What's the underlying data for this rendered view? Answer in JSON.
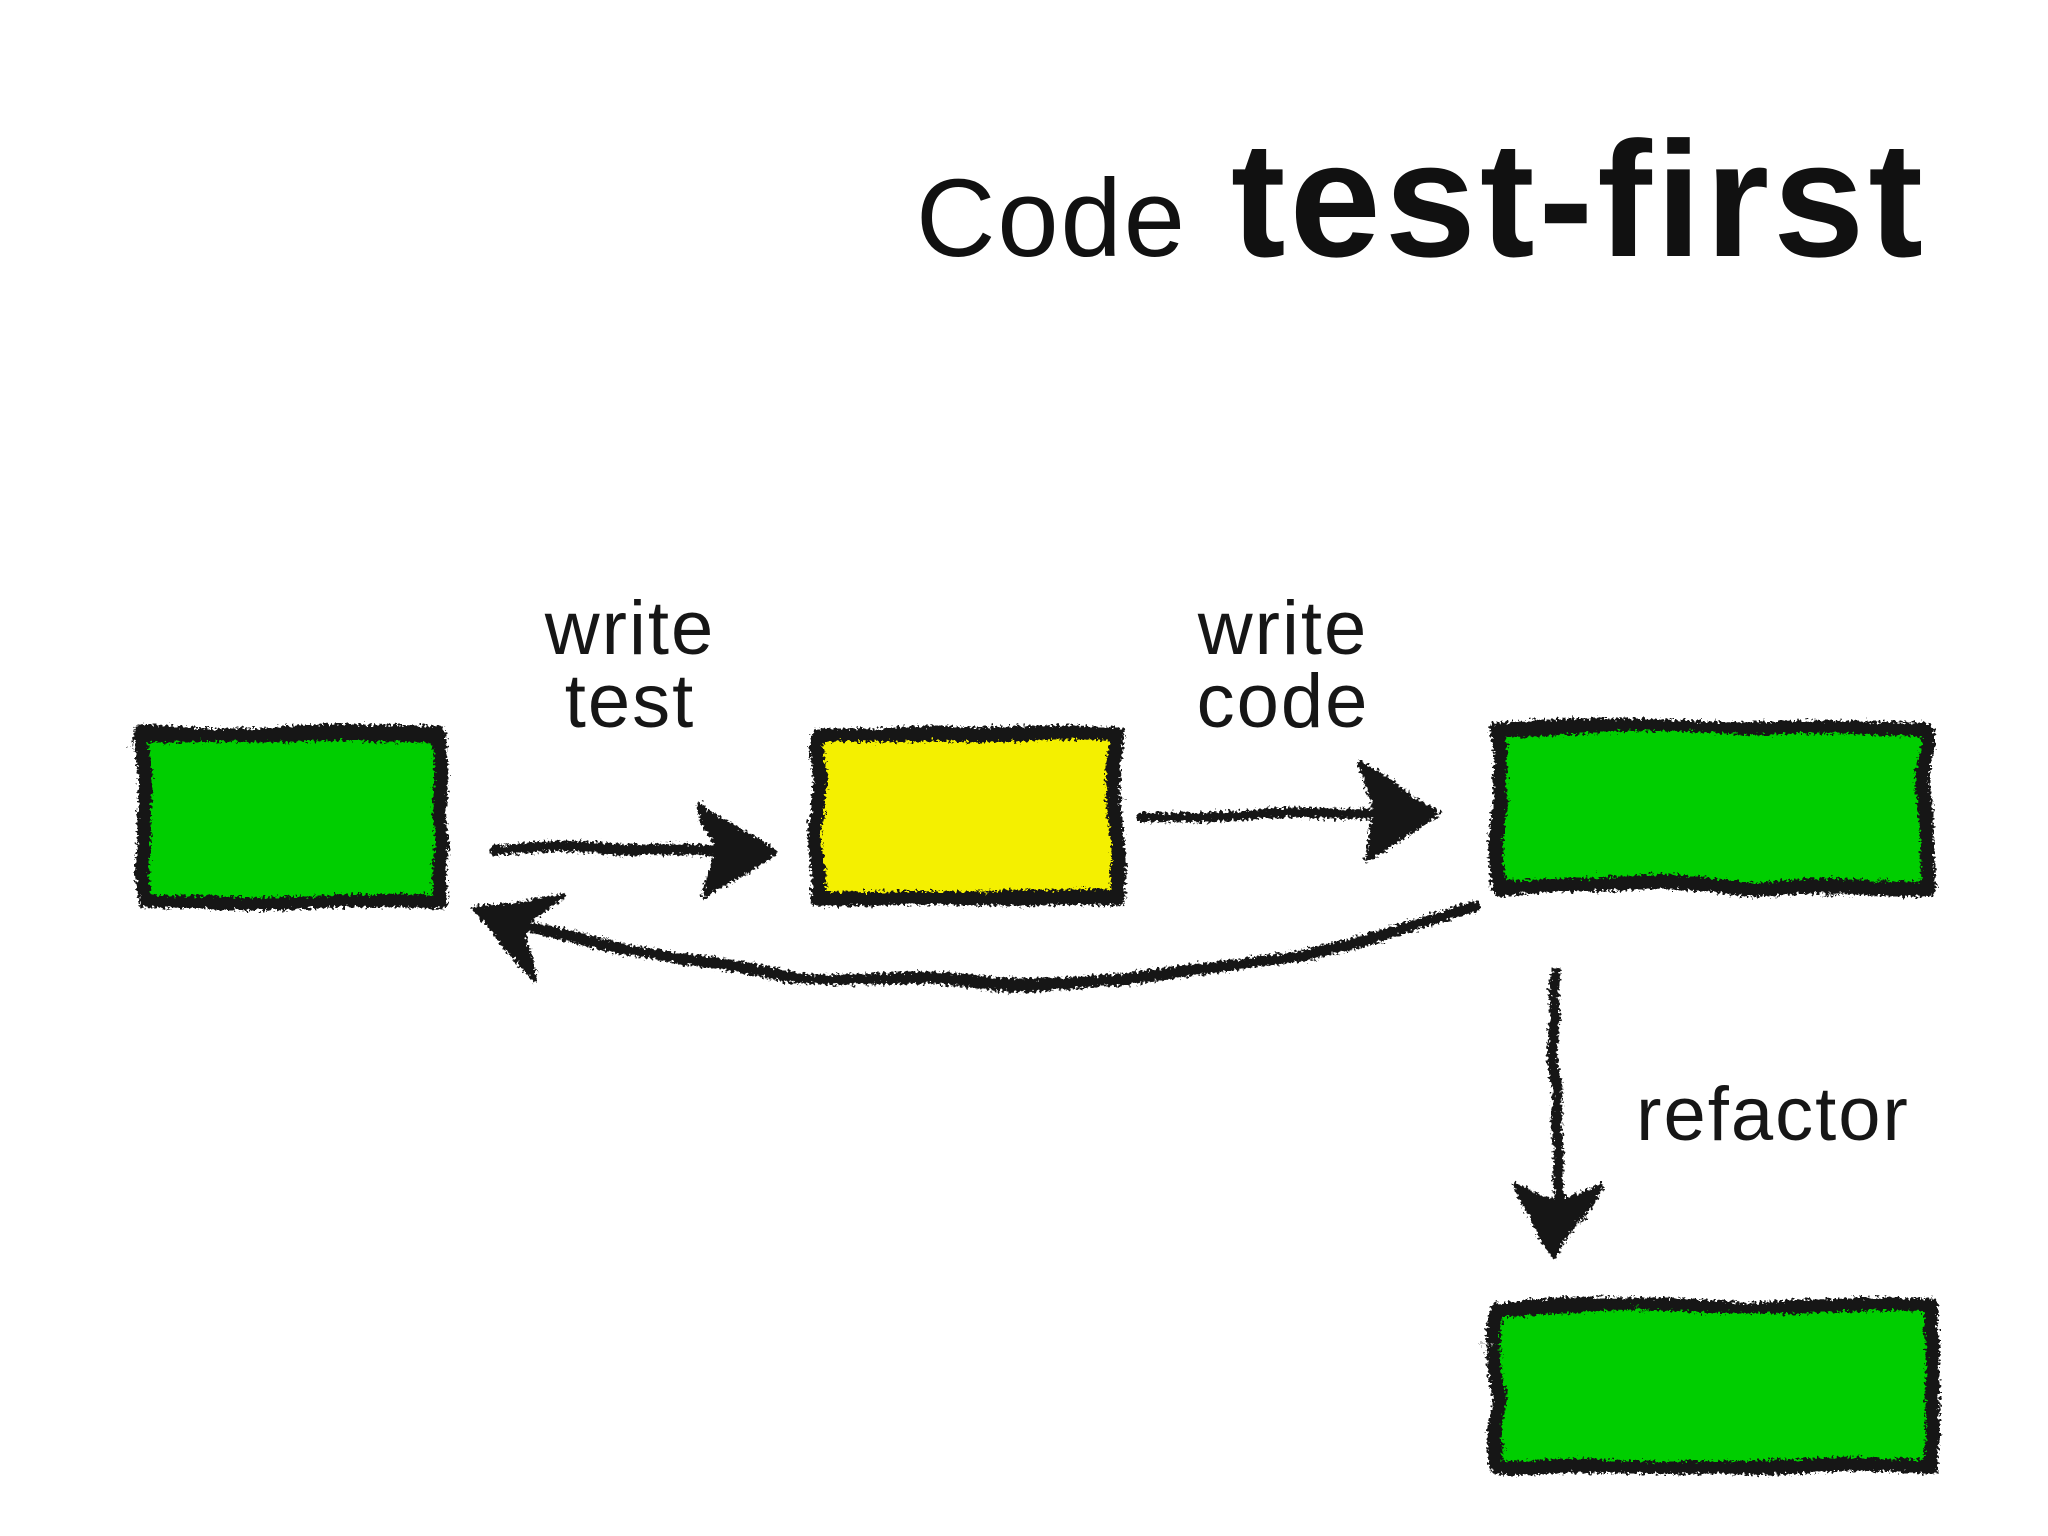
{
  "title": {
    "regular": "Code",
    "emphasis": "test-first"
  },
  "colors": {
    "green": "#00CE00",
    "yellow": "#F4F000",
    "ink": "#141414",
    "background": "#FFFFFF"
  },
  "diagram": {
    "nodes": [
      {
        "id": "start-green",
        "fill": "green"
      },
      {
        "id": "test-written-yellow",
        "fill": "yellow"
      },
      {
        "id": "code-written-green",
        "fill": "green"
      },
      {
        "id": "refactored-green",
        "fill": "green"
      }
    ],
    "edges": [
      {
        "from": "start-green",
        "to": "test-written-yellow",
        "label_lines": [
          "write",
          "test"
        ]
      },
      {
        "from": "test-written-yellow",
        "to": "code-written-green",
        "label_lines": [
          "write",
          "code"
        ]
      },
      {
        "from": "code-written-green",
        "to": "start-green",
        "label_lines": []
      },
      {
        "from": "code-written-green",
        "to": "refactored-green",
        "label_lines": [
          "refactor"
        ]
      }
    ]
  }
}
